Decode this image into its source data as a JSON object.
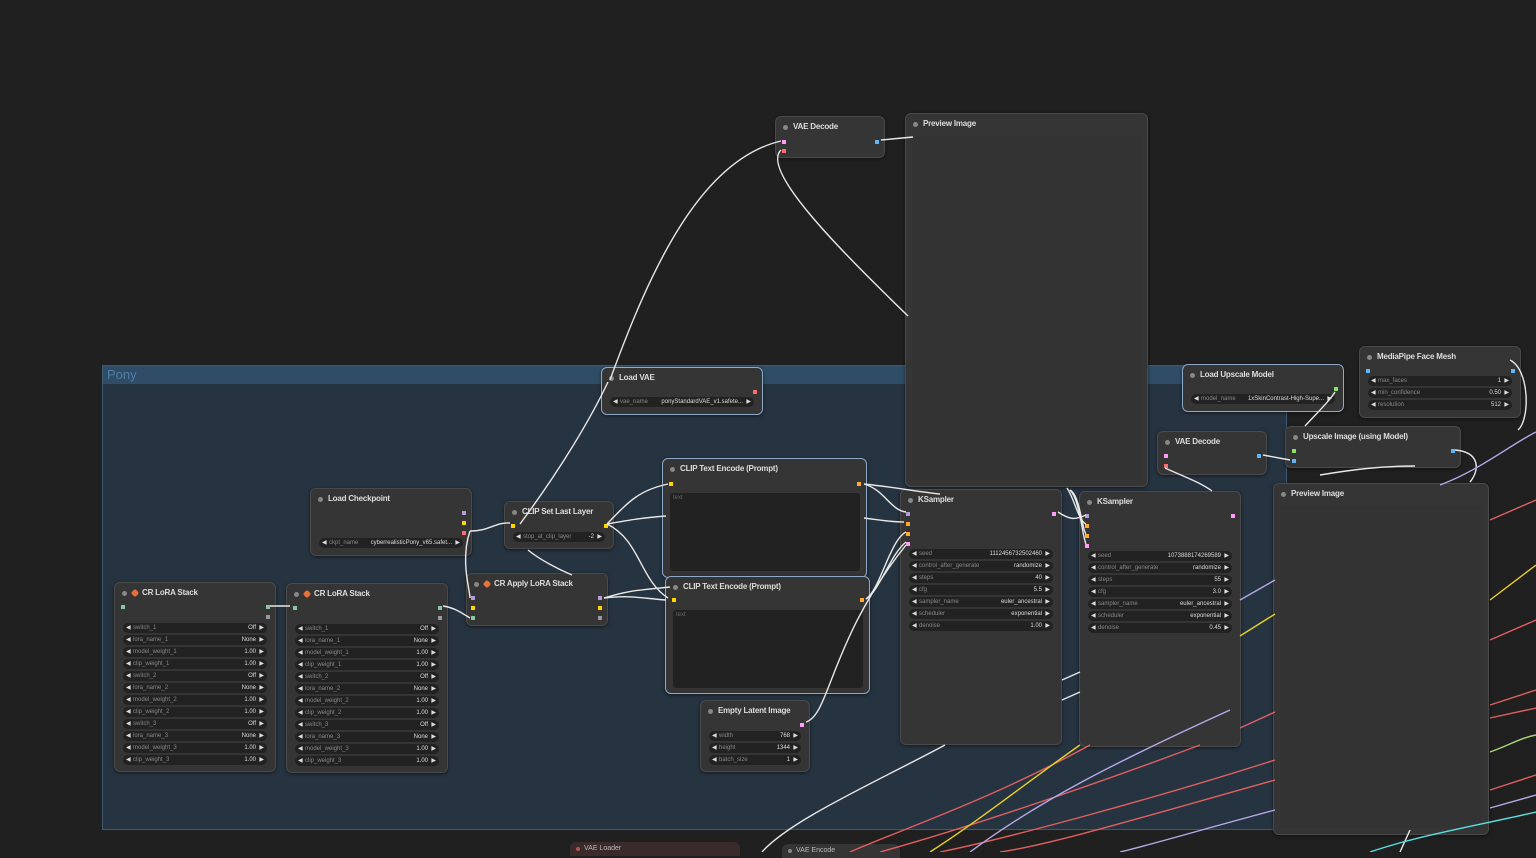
{
  "group": {
    "title": "Pony"
  },
  "nodes": {
    "vae_decode_top": {
      "title": "VAE Decode"
    },
    "preview_top": {
      "title": "Preview Image"
    },
    "load_vae": {
      "title": "Load VAE",
      "vae_name_label": "vae_name",
      "vae_name": "ponyStandardVAE_v1.safete..."
    },
    "load_upscale": {
      "title": "Load Upscale Model",
      "model_name_label": "model_name",
      "model_name": "1xSkinContrast-High-Supe..."
    },
    "face_mesh": {
      "title": "MediaPipe Face Mesh",
      "widgets": [
        {
          "label": "max_faces",
          "value": "1"
        },
        {
          "label": "min_confidence",
          "value": "0.50"
        },
        {
          "label": "resolution",
          "value": "512"
        }
      ]
    },
    "vae_decode_2": {
      "title": "VAE Decode"
    },
    "upscale_image": {
      "title": "Upscale Image (using Model)"
    },
    "load_checkpoint": {
      "title": "Load Checkpoint",
      "ckpt_label": "ckpt_name",
      "ckpt_name": "cyberrealisticPony_v65.safet..."
    },
    "clip_set_last": {
      "title": "CLIP Set Last Layer",
      "label": "stop_at_clip_layer",
      "value": "-2"
    },
    "clip_text_1": {
      "title": "CLIP Text Encode (Prompt)",
      "placeholder": "text"
    },
    "clip_text_2": {
      "title": "CLIP Text Encode (Prompt)",
      "placeholder": "text"
    },
    "cr_apply": {
      "title": "CR Apply LoRA Stack"
    },
    "cr_lora_1": {
      "title": "CR LoRA Stack",
      "widgets": [
        {
          "label": "switch_1",
          "value": "Off"
        },
        {
          "label": "lora_name_1",
          "value": "None"
        },
        {
          "label": "model_weight_1",
          "value": "1.00"
        },
        {
          "label": "clip_weight_1",
          "value": "1.00"
        },
        {
          "label": "switch_2",
          "value": "Off"
        },
        {
          "label": "lora_name_2",
          "value": "None"
        },
        {
          "label": "model_weight_2",
          "value": "1.00"
        },
        {
          "label": "clip_weight_2",
          "value": "1.00"
        },
        {
          "label": "switch_3",
          "value": "Off"
        },
        {
          "label": "lora_name_3",
          "value": "None"
        },
        {
          "label": "model_weight_3",
          "value": "1.00"
        },
        {
          "label": "clip_weight_3",
          "value": "1.00"
        }
      ]
    },
    "cr_lora_2": {
      "title": "CR LoRA Stack",
      "widgets": [
        {
          "label": "switch_1",
          "value": "Off"
        },
        {
          "label": "lora_name_1",
          "value": "None"
        },
        {
          "label": "model_weight_1",
          "value": "1.00"
        },
        {
          "label": "clip_weight_1",
          "value": "1.00"
        },
        {
          "label": "switch_2",
          "value": "Off"
        },
        {
          "label": "lora_name_2",
          "value": "None"
        },
        {
          "label": "model_weight_2",
          "value": "1.00"
        },
        {
          "label": "clip_weight_2",
          "value": "1.00"
        },
        {
          "label": "switch_3",
          "value": "Off"
        },
        {
          "label": "lora_name_3",
          "value": "None"
        },
        {
          "label": "model_weight_3",
          "value": "1.00"
        },
        {
          "label": "clip_weight_3",
          "value": "1.00"
        }
      ]
    },
    "empty_latent": {
      "title": "Empty Latent Image",
      "widgets": [
        {
          "label": "width",
          "value": "768"
        },
        {
          "label": "height",
          "value": "1344"
        },
        {
          "label": "batch_size",
          "value": "1"
        }
      ]
    },
    "ksampler_1": {
      "title": "KSampler",
      "widgets": [
        {
          "label": "seed",
          "value": "1112456732502460"
        },
        {
          "label": "control_after_generate",
          "value": "randomize"
        },
        {
          "label": "steps",
          "value": "40"
        },
        {
          "label": "cfg",
          "value": "5.5"
        },
        {
          "label": "sampler_name",
          "value": "euler_ancestral"
        },
        {
          "label": "scheduler",
          "value": "exponential"
        },
        {
          "label": "denoise",
          "value": "1.00"
        }
      ]
    },
    "ksampler_2": {
      "title": "KSampler",
      "widgets": [
        {
          "label": "seed",
          "value": "1073888174269589"
        },
        {
          "label": "control_after_generate",
          "value": "randomize"
        },
        {
          "label": "steps",
          "value": "55"
        },
        {
          "label": "cfg",
          "value": "3.0"
        },
        {
          "label": "sampler_name",
          "value": "euler_ancestral"
        },
        {
          "label": "scheduler",
          "value": "exponential"
        },
        {
          "label": "denoise",
          "value": "0.45"
        }
      ]
    },
    "preview_2": {
      "title": "Preview Image"
    },
    "vae_loader_bottom": {
      "title": "VAE Loader"
    },
    "vae_encode_bottom": {
      "title": "VAE Encode"
    }
  },
  "colors": {
    "canvas": "#202020",
    "group_fill": "#263340",
    "node": "#353535",
    "wire_white": "#e8e8e8",
    "wire_red": "#e06060",
    "wire_yellow": "#e8d02a",
    "wire_purple": "#b8a8e8",
    "wire_green": "#a8d878",
    "wire_cyan": "#58e0e0"
  }
}
